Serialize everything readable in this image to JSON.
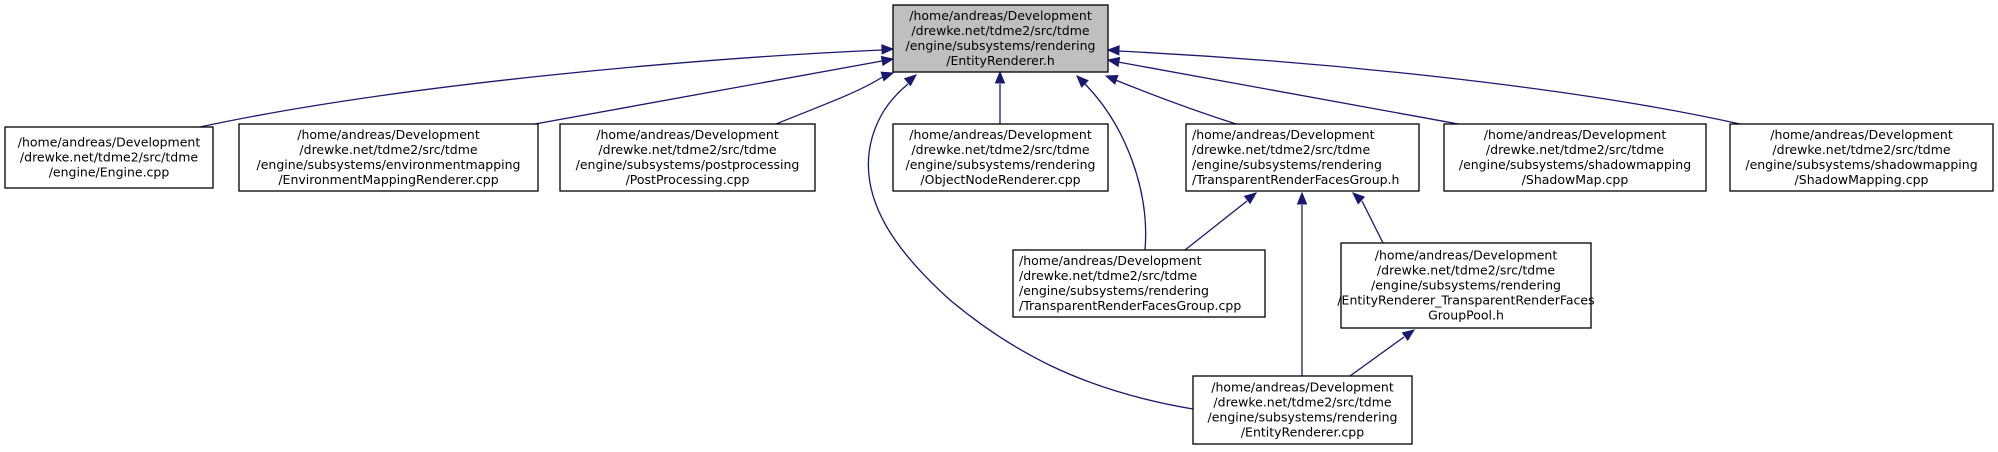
{
  "colors": {
    "edge": "#191970",
    "root_fill": "#bfbfbf",
    "node_fill": "#ffffff",
    "node_border": "#000000"
  },
  "nodes": [
    {
      "id": "root",
      "lines": [
        "/home/andreas/Development",
        "/drewke.net/tdme2/src/tdme",
        "/engine/subsystems/rendering",
        "/EntityRenderer.h"
      ]
    },
    {
      "id": "engine",
      "lines": [
        "/home/andreas/Development",
        "/drewke.net/tdme2/src/tdme",
        "/engine/Engine.cpp"
      ]
    },
    {
      "id": "envmap",
      "lines": [
        "/home/andreas/Development",
        "/drewke.net/tdme2/src/tdme",
        "/engine/subsystems/environmentmapping",
        "/EnvironmentMappingRenderer.cpp"
      ]
    },
    {
      "id": "postproc",
      "lines": [
        "/home/andreas/Development",
        "/drewke.net/tdme2/src/tdme",
        "/engine/subsystems/postprocessing",
        "/PostProcessing.cpp"
      ]
    },
    {
      "id": "objnode",
      "lines": [
        "/home/andreas/Development",
        "/drewke.net/tdme2/src/tdme",
        "/engine/subsystems/rendering",
        "/ObjectNodeRenderer.cpp"
      ]
    },
    {
      "id": "trfg_h",
      "lines": [
        "/home/andreas/Development",
        "/drewke.net/tdme2/src/tdme",
        "/engine/subsystems/rendering",
        "/TransparentRenderFacesGroup.h"
      ]
    },
    {
      "id": "shadowmap",
      "lines": [
        "/home/andreas/Development",
        "/drewke.net/tdme2/src/tdme",
        "/engine/subsystems/shadowmapping",
        "/ShadowMap.cpp"
      ]
    },
    {
      "id": "shadowmapping",
      "lines": [
        "/home/andreas/Development",
        "/drewke.net/tdme2/src/tdme",
        "/engine/subsystems/shadowmapping",
        "/ShadowMapping.cpp"
      ]
    },
    {
      "id": "trfg_cpp",
      "lines": [
        "/home/andreas/Development",
        "/drewke.net/tdme2/src/tdme",
        "/engine/subsystems/rendering",
        "/TransparentRenderFacesGroup.cpp"
      ]
    },
    {
      "id": "pool_h",
      "lines": [
        "/home/andreas/Development",
        "/drewke.net/tdme2/src/tdme",
        "/engine/subsystems/rendering",
        "/EntityRenderer_TransparentRenderFaces",
        "GroupPool.h"
      ]
    },
    {
      "id": "er_cpp",
      "lines": [
        "/home/andreas/Development",
        "/drewke.net/tdme2/src/tdme",
        "/engine/subsystems/rendering",
        "/EntityRenderer.cpp"
      ]
    }
  ],
  "edges": [
    {
      "from": "engine",
      "to": "root"
    },
    {
      "from": "envmap",
      "to": "root"
    },
    {
      "from": "postproc",
      "to": "root"
    },
    {
      "from": "er_cpp",
      "to": "root"
    },
    {
      "from": "objnode",
      "to": "root"
    },
    {
      "from": "trfg_cpp",
      "to": "root"
    },
    {
      "from": "trfg_h",
      "to": "root"
    },
    {
      "from": "shadowmap",
      "to": "root"
    },
    {
      "from": "shadowmapping",
      "to": "root"
    },
    {
      "from": "trfg_cpp",
      "to": "trfg_h"
    },
    {
      "from": "er_cpp",
      "to": "trfg_h"
    },
    {
      "from": "pool_h",
      "to": "trfg_h"
    },
    {
      "from": "er_cpp",
      "to": "pool_h"
    }
  ]
}
